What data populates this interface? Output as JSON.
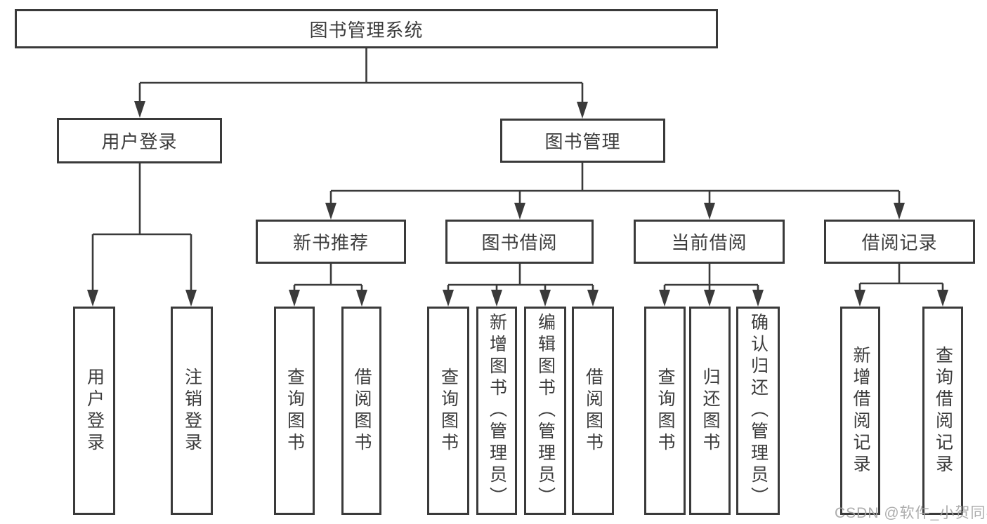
{
  "tree": {
    "label": "图书管理系统",
    "children": [
      {
        "label": "用户登录",
        "children": [
          {
            "label": "用户登录"
          },
          {
            "label": "注销登录"
          }
        ]
      },
      {
        "label": "图书管理",
        "children": [
          {
            "label": "新书推荐",
            "children": [
              {
                "label": "查询图书"
              },
              {
                "label": "借阅图书"
              }
            ]
          },
          {
            "label": "图书借阅",
            "children": [
              {
                "label": "查询图书"
              },
              {
                "label": "新增图书（管理员）"
              },
              {
                "label": "编辑图书（管理员）"
              },
              {
                "label": "借阅图书"
              }
            ]
          },
          {
            "label": "当前借阅",
            "children": [
              {
                "label": "查询图书"
              },
              {
                "label": "归还图书"
              },
              {
                "label": "确认归还（管理员）"
              }
            ]
          },
          {
            "label": "借阅记录",
            "children": [
              {
                "label": "新增借阅记录"
              },
              {
                "label": "查询借阅记录"
              }
            ]
          }
        ]
      }
    ]
  },
  "watermark": {
    "text": "CSDN @软件_小贺同学"
  },
  "colors": {
    "line": "#3a3a3a",
    "text": "#3c3c3c",
    "watermark": "#a4a4a4",
    "background": "#ffffff"
  }
}
